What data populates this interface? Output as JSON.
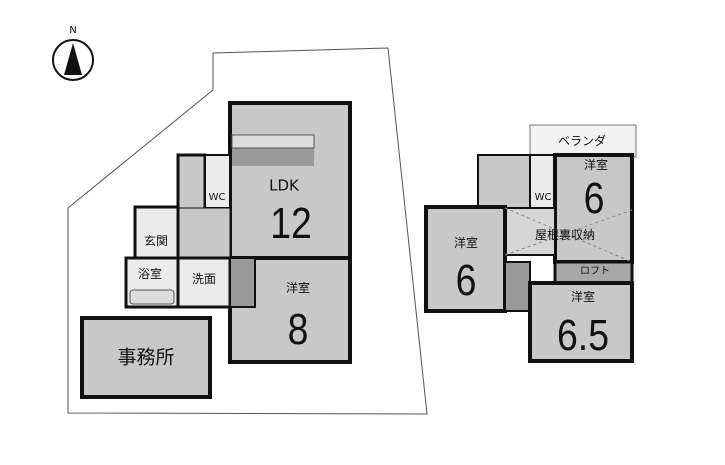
{
  "compass": {
    "label": "N",
    "icon": "north-arrow-icon"
  },
  "floor1": {
    "ldk": {
      "label": "LDK",
      "size": "12"
    },
    "western_room": {
      "label": "洋室",
      "size": "8"
    },
    "wc": "WC",
    "entrance": "玄関",
    "bathroom": "浴室",
    "washroom": "洗面",
    "office": "事務所"
  },
  "floor2": {
    "veranda": "ベランダ",
    "wc": "WC",
    "room_top_right": {
      "label": "洋室",
      "size": "6"
    },
    "room_left": {
      "label": "洋室",
      "size": "6"
    },
    "attic_storage": "屋根裏収納",
    "loft": "ロフト",
    "room_bottom": {
      "label": "洋室",
      "size": "6.5"
    }
  },
  "colors": {
    "room": "#c8c8c8",
    "closet": "#9a9a9a",
    "wall": "#111111",
    "light": "#ebebeb"
  }
}
